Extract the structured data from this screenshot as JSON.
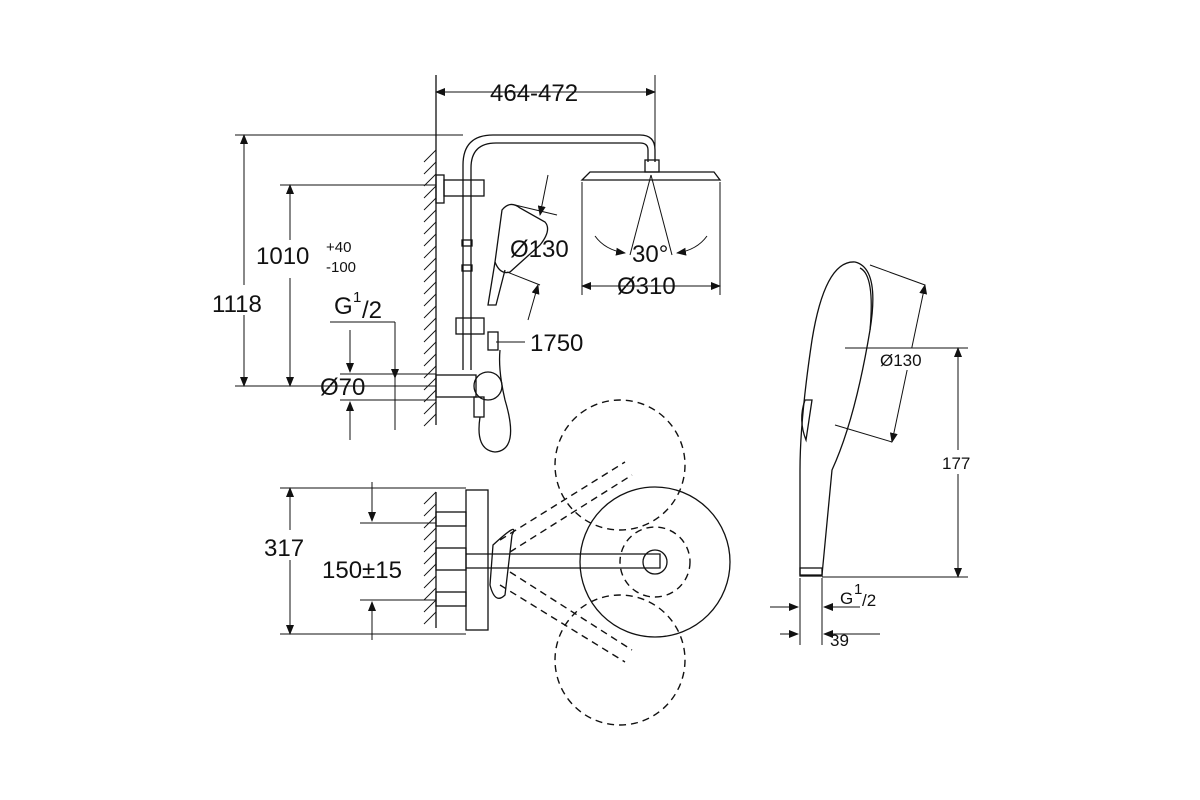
{
  "dimensions": {
    "arm_length": "464-472",
    "height_1010": "1010",
    "tol_plus": "+40",
    "tol_minus": "-100",
    "height_1118": "1118",
    "g_label": "G",
    "g_num": "1",
    "g_den": "/2",
    "d70": "Ø70",
    "d130": "Ø130",
    "angle": "30°",
    "d310": "Ø310",
    "hose": "1750",
    "depth_317": "317",
    "spacing": "150±15",
    "hand_d130": "Ø130",
    "hand_177": "177",
    "hand_g": "G",
    "hand_g_num": "1",
    "hand_g_den": "/2",
    "hand_39": "39"
  }
}
